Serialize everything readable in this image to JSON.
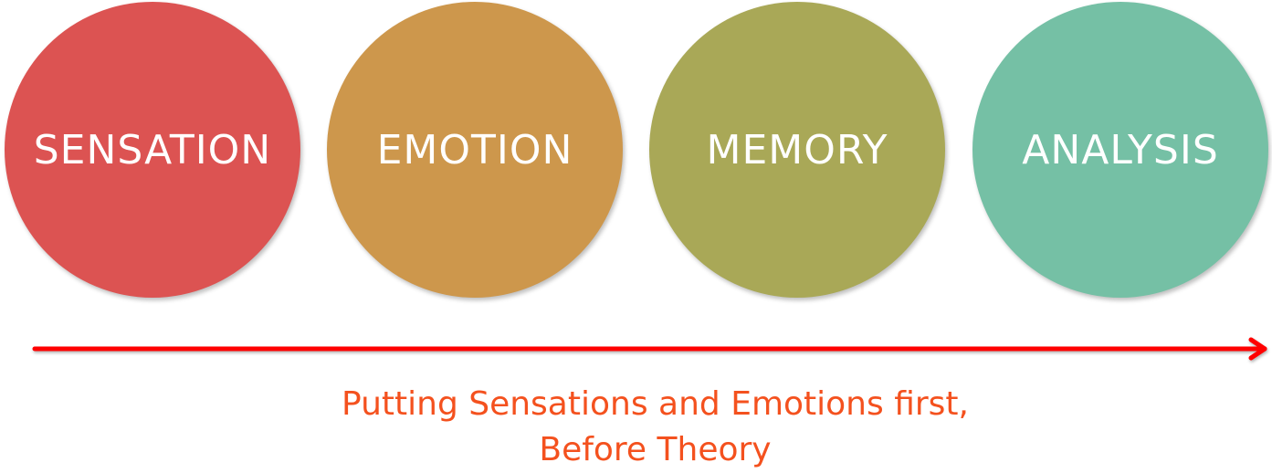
{
  "stages": [
    {
      "label": "SENSATION",
      "color": "#dc5352"
    },
    {
      "label": "EMOTION",
      "color": "#cd974c"
    },
    {
      "label": "MEMORY",
      "color": "#a9a857"
    },
    {
      "label": "ANALYSIS",
      "color": "#75c0a5"
    }
  ],
  "arrow_color": "#ff0000",
  "caption": {
    "line1": "Putting Sensations and Emotions first,",
    "line2": "Before Theory",
    "color": "#f4511e"
  }
}
